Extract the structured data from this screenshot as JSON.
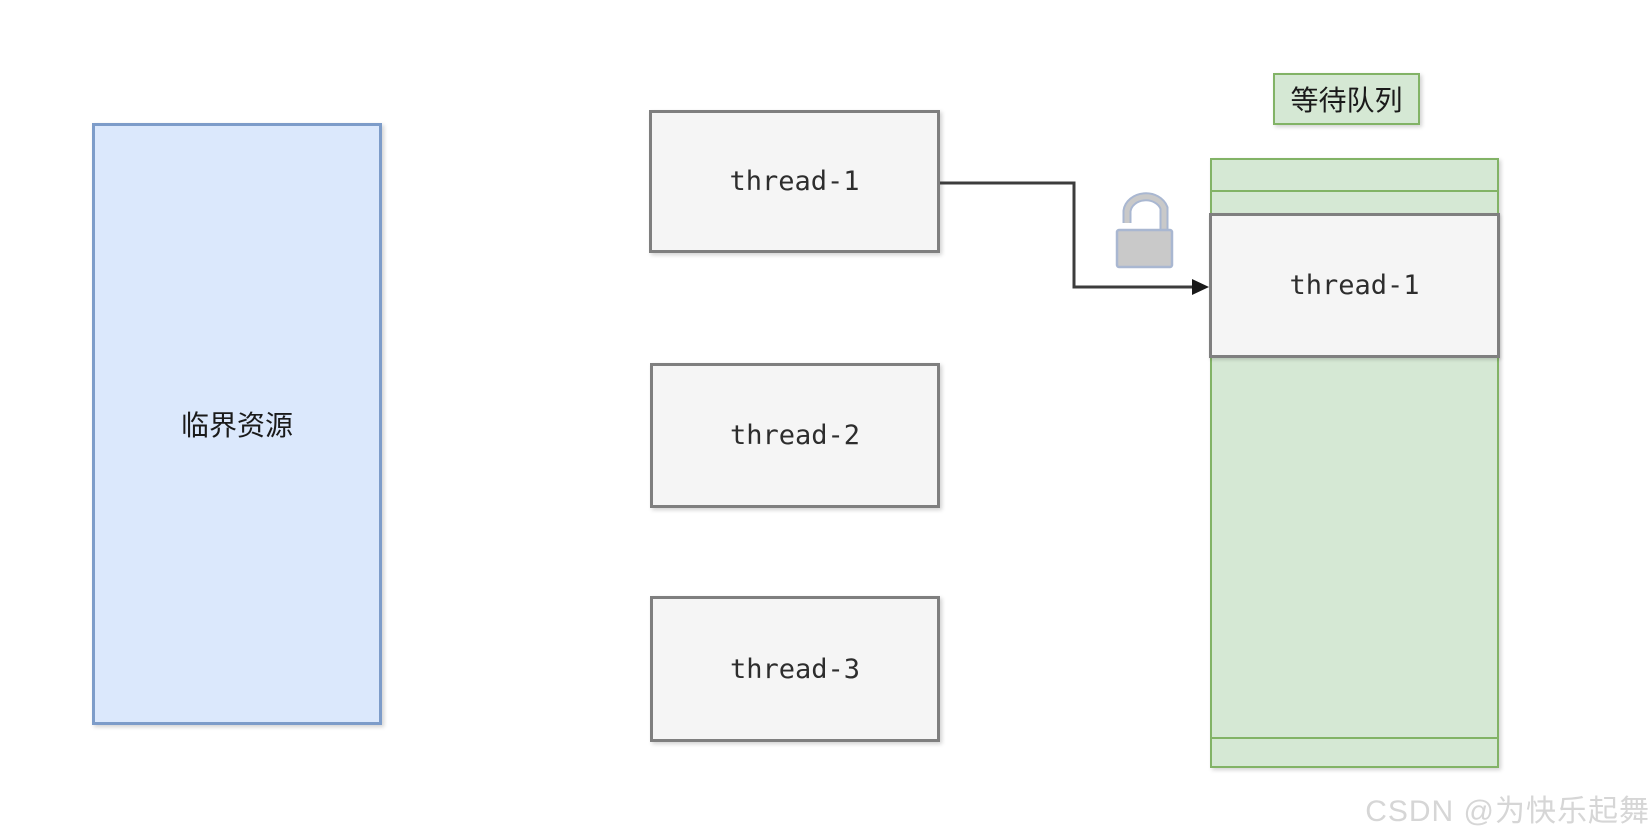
{
  "critical_resource": {
    "label": "临界资源"
  },
  "threads": [
    {
      "label": "thread-1"
    },
    {
      "label": "thread-2"
    },
    {
      "label": "thread-3"
    }
  ],
  "wait_queue": {
    "title": "等待队列",
    "entries": [
      {
        "label": "thread-1"
      }
    ]
  },
  "icons": {
    "lock": "open-padlock-icon"
  },
  "watermark": "CSDN @为快乐起舞",
  "colors": {
    "blue_fill": "#dbe8fc",
    "blue_border": "#7d9cc9",
    "green_fill": "#d5e8d4",
    "green_border": "#82b366",
    "gray_fill": "#f5f5f5",
    "gray_border": "#7f7f7f",
    "arrow": "#3c3c3c",
    "arrow_head": "#1a1a1a",
    "lock_fill": "#c9c9c9",
    "lock_stroke": "#a9b7d1",
    "text": "#2d2d2d",
    "watermark": "#d6d6d6"
  }
}
